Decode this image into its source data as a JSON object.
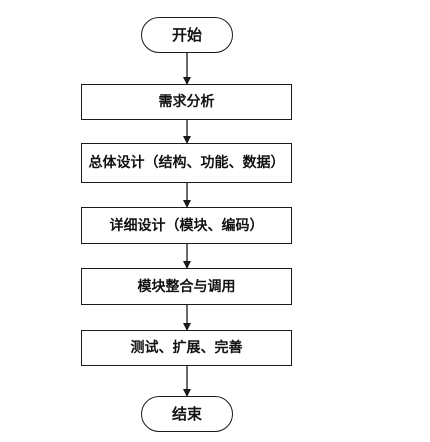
{
  "flowchart": {
    "start": "开始",
    "steps": [
      "需求分析",
      "总体设计（结构、功能、数据）",
      "详细设计（模块、编码）",
      "模块整合与调用",
      "测试、扩展、完善"
    ],
    "end": "结束"
  },
  "colors": {
    "stroke": "#1a1a1a",
    "fill": "#ffffff",
    "text": "#111111"
  }
}
